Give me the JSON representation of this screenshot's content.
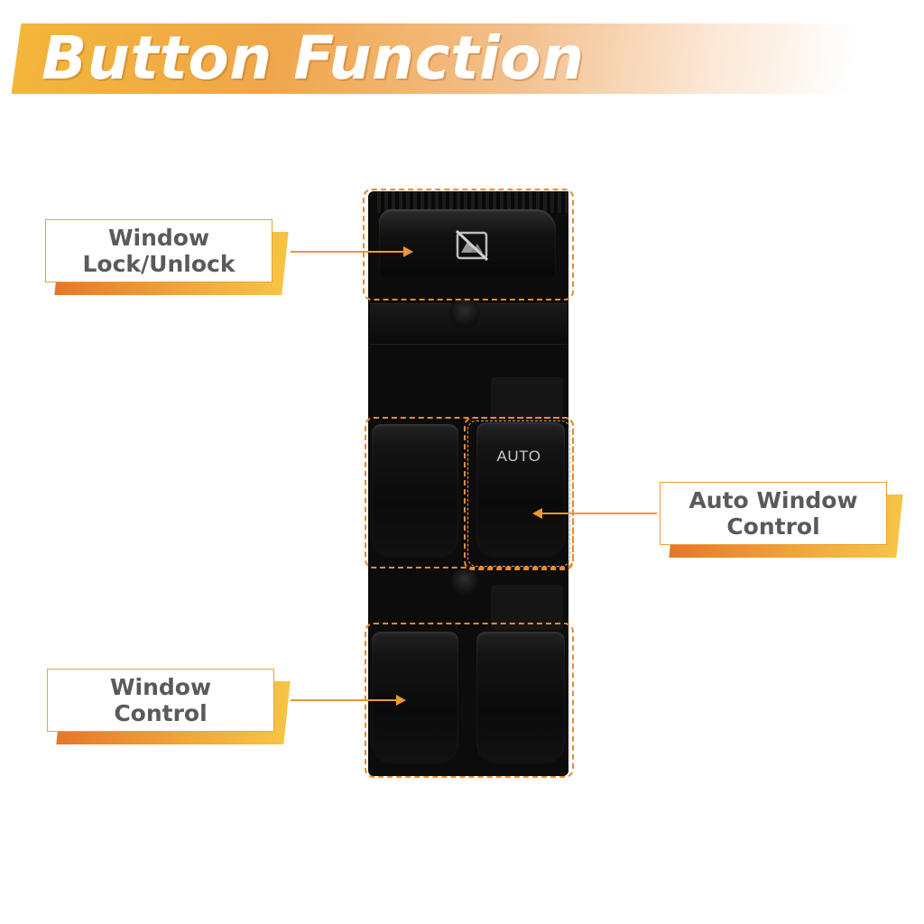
{
  "header": {
    "title": "Button Function"
  },
  "product": {
    "auto_label": "AUTO"
  },
  "callouts": [
    {
      "label": "Window\nLock/Unlock"
    },
    {
      "label": "Auto Window\nControl"
    },
    {
      "label": "Window\nControl"
    }
  ],
  "colors": {
    "accent_orange": "#ef9535",
    "label_text": "#5a5a5a",
    "banner_start": "#f3b63a",
    "switch_body": "#0c0c0c"
  },
  "icons": [
    "window-lock-icon",
    "arrow-right-icon",
    "arrow-left-icon"
  ]
}
